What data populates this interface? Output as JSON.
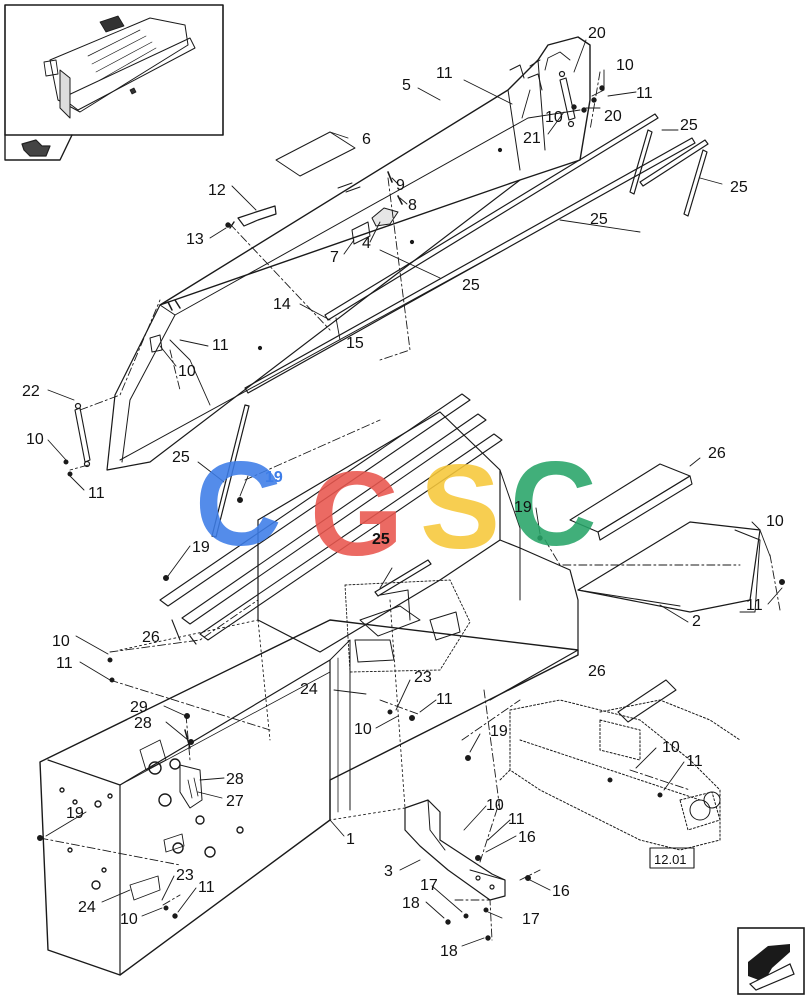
{
  "figure": {
    "ref_box": "12.01",
    "callouts": {
      "c20a": "20",
      "c10a": "10",
      "c11a": "11",
      "c20b": "20",
      "c21": "21",
      "c10b": "10",
      "c11b": "11",
      "c5": "5",
      "c6": "6",
      "c9": "9",
      "c8": "8",
      "c12": "12",
      "c13": "13",
      "c4": "4",
      "c7": "7",
      "c25a": "25",
      "c25b": "25",
      "c25c": "25",
      "c25d": "25",
      "c14": "14",
      "c15": "15",
      "c11c": "11",
      "c10c": "10",
      "c22": "22",
      "c10d": "10",
      "c11d": "11",
      "c25e": "25",
      "c19a": "19",
      "c19b": "19",
      "c25f": "25",
      "c26a": "26",
      "c19c": "19",
      "c10e": "10",
      "c26b": "26",
      "c11e": "11",
      "c2": "2",
      "c10f": "10",
      "c11f": "11",
      "c29": "29",
      "c28a": "28",
      "c24a": "24",
      "c23a": "23",
      "c11g": "11",
      "c10g": "10",
      "c26c": "26",
      "c19d": "19",
      "c10h": "10",
      "c11h": "11",
      "c28b": "28",
      "c27": "27",
      "c19e": "19",
      "c1": "1",
      "c10i": "10",
      "c11i": "11",
      "c16a": "16",
      "c3": "3",
      "c16b": "16",
      "c24b": "24",
      "c23b": "23",
      "c11j": "11",
      "c10j": "10",
      "c17a": "17",
      "c18a": "18",
      "c17b": "17",
      "c18b": "18"
    },
    "watermark": [
      "C",
      "G",
      "S",
      "C"
    ],
    "colors": {
      "line": "#1a1a1a",
      "wm_blue": "#3d7de8",
      "wm_red": "#e9564e",
      "wm_yellow": "#f7c83a",
      "wm_green": "#27a468"
    },
    "icons": [
      "machine-thumbnail",
      "view-direction-arrow-icon",
      "next-page-arrow-icon"
    ]
  }
}
